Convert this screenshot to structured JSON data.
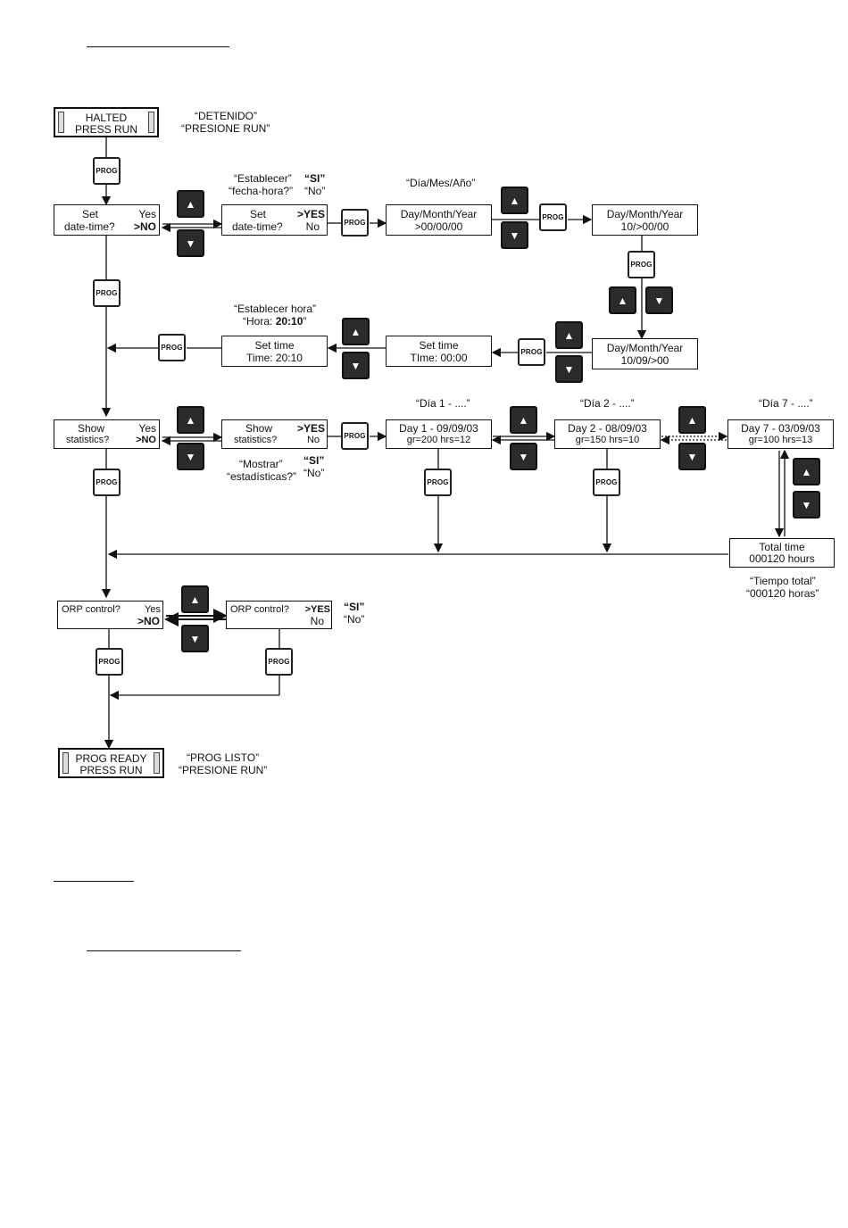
{
  "keys": {
    "prog": "PROG",
    "up": "▲",
    "down": "▼"
  },
  "boxes": {
    "halted": {
      "l1": "HALTED",
      "l2": "PRESS RUN"
    },
    "set_dt_no": {
      "l1": "Set",
      "l1r": "Yes",
      "l2": "date-time?",
      "l2r": ">NO"
    },
    "set_dt_yes": {
      "l1": "Set",
      "l1r": ">YES",
      "l2": "date-time?",
      "l2r": "No"
    },
    "dmy1": {
      "l1": "Day/Month/Year",
      "l2": ">00/00/00"
    },
    "dmy2": {
      "l1": "Day/Month/Year",
      "l2": "10/>00/00"
    },
    "dmy3": {
      "l1": "Day/Month/Year",
      "l2": "10/09/>00"
    },
    "settime1": {
      "l1": "Set time",
      "l2": "TIme: 00:00"
    },
    "settime2": {
      "l1": "Set time",
      "l2": "Time: 20:10"
    },
    "stats_no": {
      "l1": "Show",
      "l1r": "Yes",
      "l2": "statistics?",
      "l2r": ">NO"
    },
    "stats_yes": {
      "l1": "Show",
      "l1r": ">YES",
      "l2": "statistics?",
      "l2r": "No"
    },
    "day1": {
      "l1": "Day 1 - 09/09/03",
      "l2": "gr=200   hrs=12"
    },
    "day2": {
      "l1": "Day 2 - 08/09/03",
      "l2": "gr=150   hrs=10"
    },
    "day7": {
      "l1": "Day 7 - 03/09/03",
      "l2": "gr=100   hrs=13"
    },
    "total": {
      "l1": "Total time",
      "l2": "000120 hours"
    },
    "orp_no": {
      "l1": "ORP control?",
      "l1r": "Yes",
      "l2r": ">NO"
    },
    "orp_yes": {
      "l1": "ORP control?",
      "l1r": ">YES",
      "l2r": "No"
    },
    "ready": {
      "l1": "PROG READY",
      "l2": "PRESS RUN"
    }
  },
  "annotations": {
    "detenido": "“DETENIDO”",
    "presione_run": "“PRESIONE RUN”",
    "establecer": "“Establecer”",
    "fecha_hora": "“fecha-hora?”",
    "si_1": "“SI”",
    "no_1": "“No”",
    "dia_mes_ano": "“Día/Mes/Año”",
    "establecer_hora": "“Establecer hora”",
    "hora": "“Hora: 20:10”",
    "dia1": "“Día 1 - ....”",
    "dia2": "“Día 2 - ....”",
    "dia7": "“Día 7 - ....”",
    "mostrar": "“Mostrar”",
    "estadisticas": "“estadísticas?”",
    "si_2": "“SI”",
    "no_2": "“No”",
    "tiempo_total": "“Tiempo total”",
    "horas": "“000120 horas”",
    "si_3": "“SI”",
    "no_3": "“No”",
    "prog_listo": "“PROG LISTO”",
    "presione_run_2": "“PRESIONE RUN”"
  }
}
